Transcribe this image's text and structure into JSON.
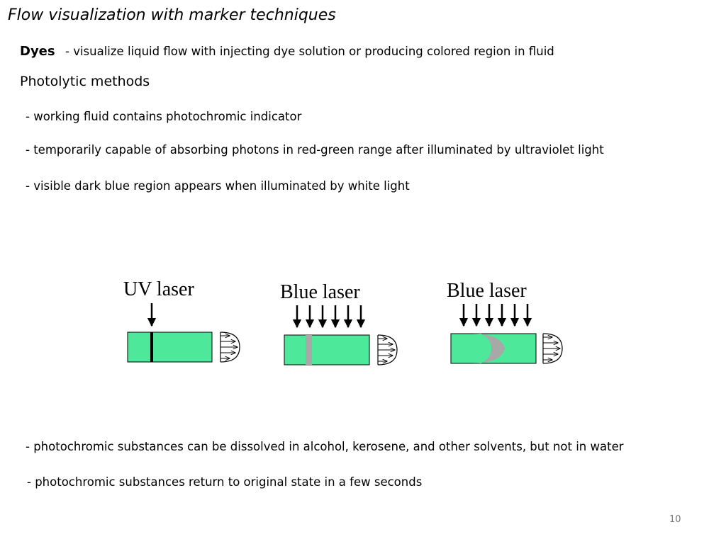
{
  "slide": {
    "title": "Flow visualization with marker techniques",
    "dyes_heading": "Dyes",
    "dyes_text": "- visualize liquid flow with injecting dye solution or producing colored region in fluid",
    "photolytic_heading": "Photolytic methods",
    "bullets_top": [
      "- working fluid contains photochromic indicator",
      "- temporarily capable of absorbing photons in red-green range after illuminated by ultraviolet light",
      "- visible dark blue region appears when illuminated by white light"
    ],
    "bullets_bottom": [
      "- photochromic substances can be dissolved in alcohol, kerosene, and other solvents, but not in water",
      "- photochromic substances return to original state in a few seconds"
    ],
    "page_number": "10"
  },
  "diagram": {
    "panels": [
      {
        "label": "UV laser",
        "arrow_count": 1,
        "marker": "thin-line"
      },
      {
        "label": "Blue laser",
        "arrow_count": 6,
        "marker": "gray-band"
      },
      {
        "label": "Blue laser",
        "arrow_count": 6,
        "marker": "gray-curved-profile"
      }
    ],
    "colors": {
      "fluid": "#4de89a",
      "uv_marker": "#000000",
      "dyed_marker": "#a8a8a8"
    }
  }
}
